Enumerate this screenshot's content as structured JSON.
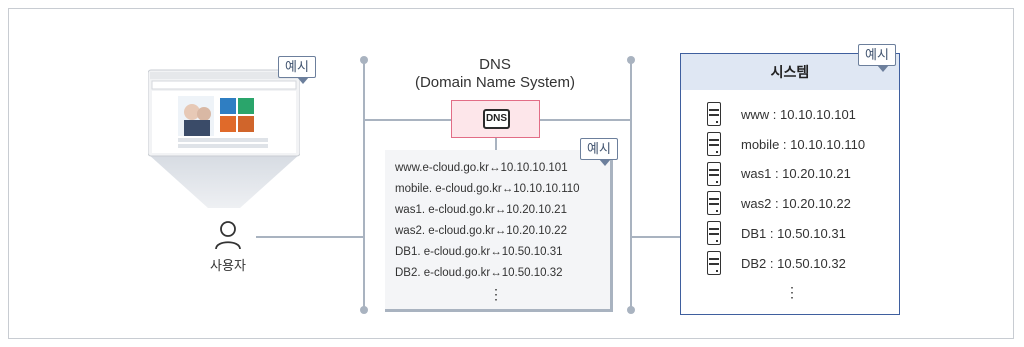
{
  "tags": {
    "example": "예시"
  },
  "user": {
    "label": "사용자"
  },
  "dns": {
    "title": "DNS",
    "subtitle": "(Domain Name System)",
    "icon_text": "DNS",
    "records": [
      "www.e-cloud.go.kr↔10.10.10.101",
      "mobile. e-cloud.go.kr↔10.10.10.110",
      "was1. e-cloud.go.kr↔10.20.10.21",
      "was2. e-cloud.go.kr↔10.20.10.22",
      "DB1. e-cloud.go.kr↔10.50.10.31",
      "DB2. e-cloud.go.kr↔10.50.10.32"
    ],
    "ellipsis": "⋮"
  },
  "system": {
    "title": "시스템",
    "servers": [
      "www : 10.10.10.101",
      "mobile : 10.10.10.110",
      "was1 : 10.20.10.21",
      "was2 : 10.20.10.22",
      "DB1 : 10.50.10.31",
      "DB2 : 10.50.10.32"
    ],
    "ellipsis": "⋮"
  },
  "colors": {
    "line": "#a9b3c0",
    "accent_blue": "#3f5f9e",
    "dns_pink": "#e26d86"
  }
}
